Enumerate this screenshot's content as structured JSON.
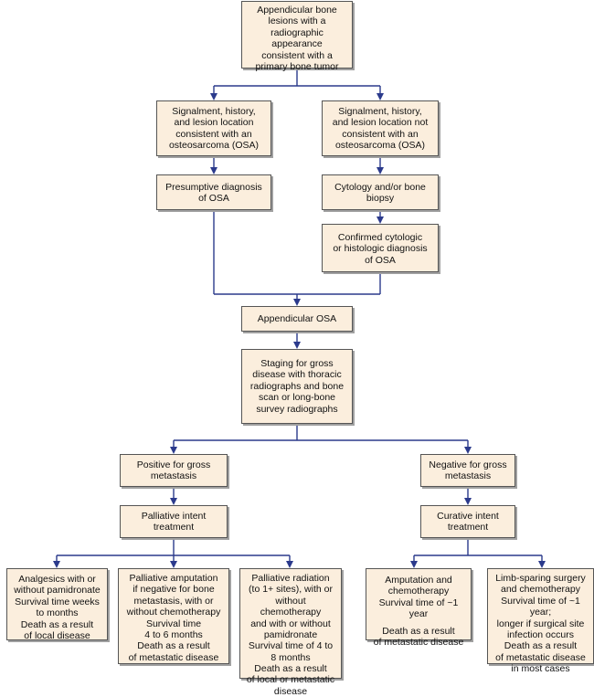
{
  "colors": {
    "box_fill": "#fbeedd",
    "box_border": "#555555",
    "connector": "#2b3a8c"
  },
  "nodes": {
    "root": [
      "Appendicular bone",
      "lesions with a",
      "radiographic appearance",
      "consistent with a",
      "primary bone tumor"
    ],
    "consistent": [
      "Signalment, history,",
      "and lesion location",
      "consistent with an",
      "osteosarcoma (OSA)"
    ],
    "not_consistent": [
      "Signalment, history,",
      "and lesion location not",
      "consistent with an",
      "osteosarcoma (OSA)"
    ],
    "presumptive": [
      "Presumptive diagnosis",
      "of OSA"
    ],
    "cytology": [
      "Cytology and/or bone",
      "biopsy"
    ],
    "confirmed": [
      "Confirmed cytologic",
      "or histologic diagnosis",
      "of OSA"
    ],
    "appendicular_osa": [
      "Appendicular OSA"
    ],
    "staging": [
      "Staging for gross",
      "disease with thoracic",
      "radiographs and bone",
      "scan or long-bone",
      "survey radiographs"
    ],
    "positive": [
      "Positive for gross",
      "metastasis"
    ],
    "negative": [
      "Negative for gross",
      "metastasis"
    ],
    "palliative": [
      "Palliative intent",
      "treatment"
    ],
    "curative": [
      "Curative intent",
      "treatment"
    ],
    "analgesics": {
      "groups": [
        [
          "Analgesics with or",
          "without pamidronate"
        ],
        [
          "Survival time weeks",
          "to months"
        ],
        [
          "Death as a result",
          "of local disease"
        ]
      ]
    },
    "palliative_amputation": {
      "groups": [
        [
          "Palliative amputation",
          "if negative for bone",
          "metastasis, with or",
          "without chemotherapy"
        ],
        [
          "Survival time",
          "4 to 6 months"
        ],
        [
          "Death as a result",
          "of metastatic disease"
        ]
      ]
    },
    "palliative_radiation": {
      "groups": [
        [
          "Palliative radiation",
          "(to 1+ sites), with or",
          "without chemotherapy",
          "and with or without",
          "pamidronate"
        ],
        [
          "Survival time of 4 to",
          "8 months"
        ],
        [
          "Death as a result",
          "of local or metastatic",
          "disease"
        ]
      ]
    },
    "amputation_chemo": {
      "groups": [
        [
          "Amputation and",
          "chemotherapy"
        ],
        [
          "Survival time of ~1 year"
        ],
        [
          "Death as a result",
          "of metastatic disease"
        ]
      ]
    },
    "limb_sparing": {
      "groups": [
        [
          "Limb-sparing surgery",
          "and chemotherapy"
        ],
        [
          "Survival time of ~1 year;",
          "longer if surgical site",
          "infection occurs"
        ],
        [
          "Death as a result",
          "of metastatic disease",
          "in most cases"
        ]
      ]
    }
  }
}
